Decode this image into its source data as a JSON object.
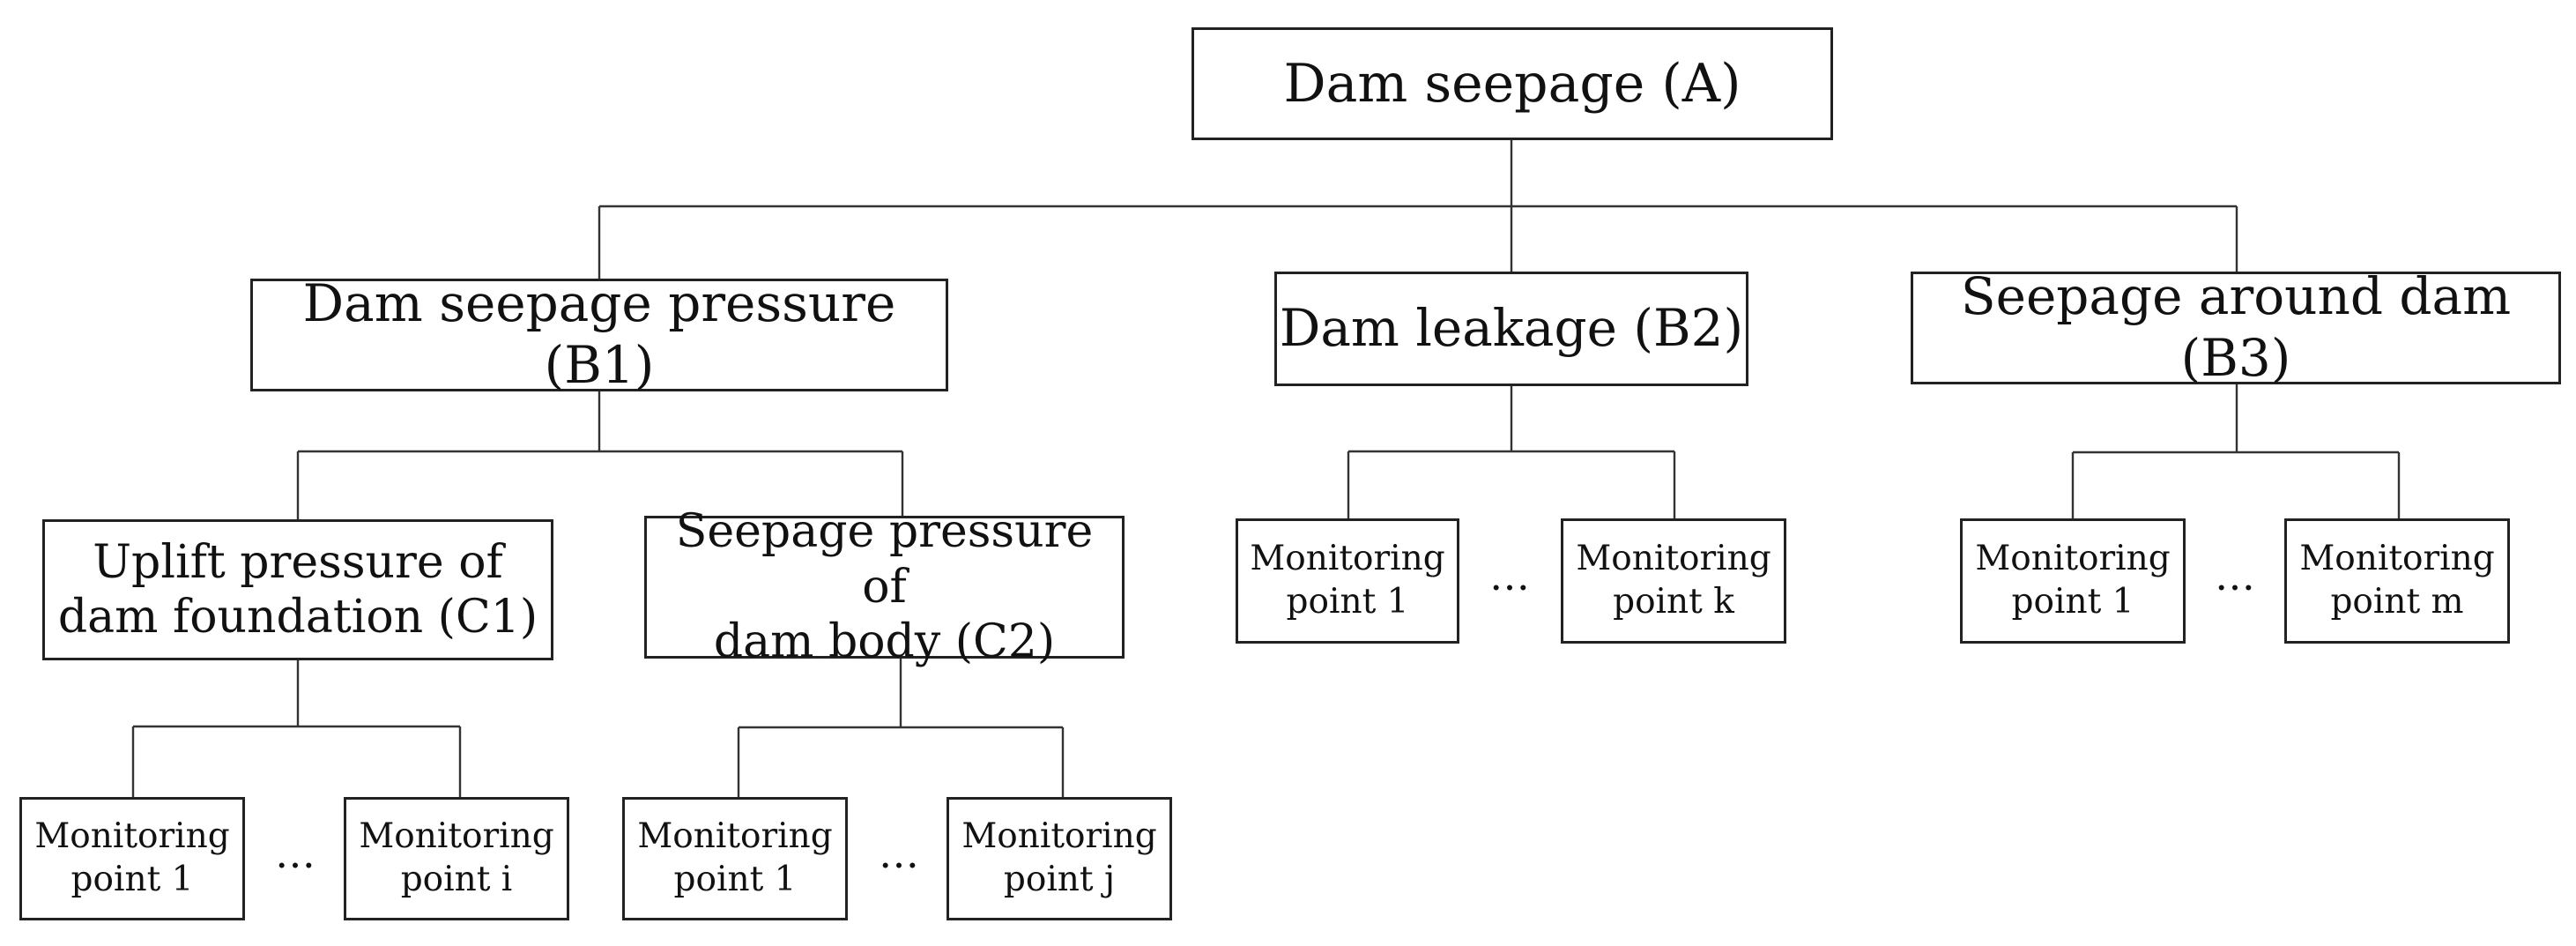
{
  "root": {
    "label": "Dam seepage (A)"
  },
  "level_b": [
    {
      "label": "Dam seepage pressure (B1)"
    },
    {
      "label": "Dam leakage (B2)"
    },
    {
      "label": "Seepage around dam (B3)"
    }
  ],
  "level_c": [
    {
      "line1": "Uplift pressure of",
      "line2": "dam foundation (C1)"
    },
    {
      "line1": "Seepage pressure of",
      "line2": "dam body (C2)"
    }
  ],
  "monitoring": {
    "c1": {
      "first": {
        "line1": "Monitoring",
        "line2": "point 1"
      },
      "ellipsis": "…",
      "last": {
        "line1": "Monitoring",
        "line2": "point i"
      }
    },
    "c2": {
      "first": {
        "line1": "Monitoring",
        "line2": "point 1"
      },
      "ellipsis": "…",
      "last": {
        "line1": "Monitoring",
        "line2": "point j"
      }
    },
    "b2": {
      "first": {
        "line1": "Monitoring",
        "line2": "point 1"
      },
      "ellipsis": "…",
      "last": {
        "line1": "Monitoring",
        "line2": "point k"
      }
    },
    "b3": {
      "first": {
        "line1": "Monitoring",
        "line2": "point 1"
      },
      "ellipsis": "…",
      "last": {
        "line1": "Monitoring",
        "line2": "point m"
      }
    }
  }
}
